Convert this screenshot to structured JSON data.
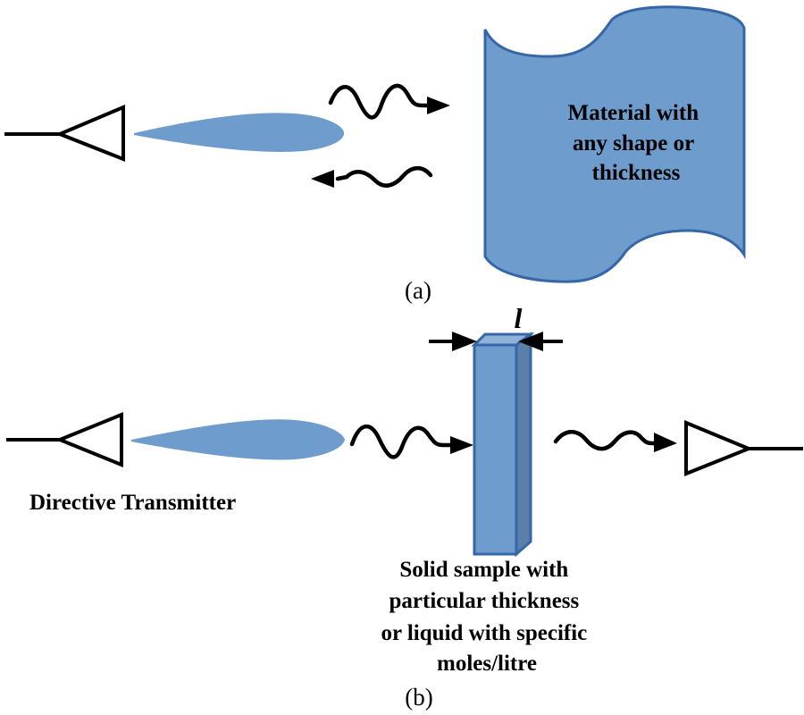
{
  "figure": {
    "panel_a": {
      "caption": "(a)",
      "material_label_lines": [
        "Material with",
        "any shape or",
        "thickness"
      ]
    },
    "panel_b": {
      "caption": "(b)",
      "thickness_symbol": "l",
      "transmitter_label": "Directive Transmitter",
      "sample_label_lines": [
        "Solid sample with",
        "particular thickness",
        "or liquid with specific",
        "moles/litre"
      ]
    },
    "colors": {
      "beam_fill": "#6e9ccc",
      "material_fill": "#6e9ccc",
      "material_stroke": "#3566a8",
      "sample_front": "#6e9ccc",
      "sample_side": "#5b80a8",
      "sample_top": "#8fb2d8",
      "sample_stroke": "#3566a8"
    }
  }
}
